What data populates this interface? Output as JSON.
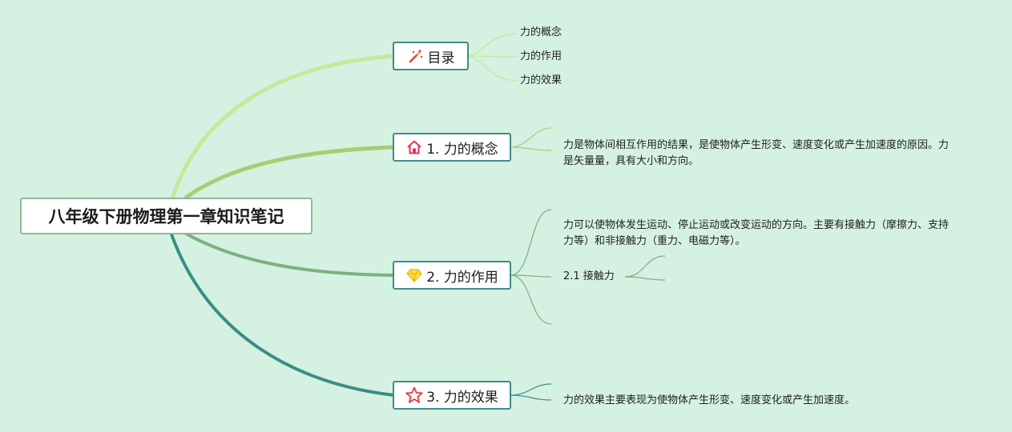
{
  "root": {
    "title": "八年级下册物理第一章知识笔记"
  },
  "branches": [
    {
      "id": "toc",
      "label": "目录",
      "icon": "magic-wand-icon",
      "color": "#c8e89a",
      "children": [
        "力的概念",
        "力的作用",
        "力的效果"
      ]
    },
    {
      "id": "concept",
      "label": "1. 力的概念",
      "icon": "house-icon",
      "color": "#a9cc76",
      "children": [
        "力是物体间相互作用的结果，是使物体产生形变、速度变化或产生加速度的原因。力是矢量量，具有大小和方向。"
      ]
    },
    {
      "id": "action",
      "label": "2. 力的作用",
      "icon": "gem-icon",
      "color": "#7eb07c",
      "children": [
        "力可以使物体发生运动、停止运动或改变运动的方向。主要有接触力（摩擦力、支持力等）和非接触力（重力、电磁力等）。",
        "2.1 接触力"
      ]
    },
    {
      "id": "effect",
      "label": "3. 力的效果",
      "icon": "star-icon",
      "color": "#3a8d85",
      "children": [
        "力的效果主要表现为使物体产生形变、速度变化或产生加速度。"
      ]
    }
  ]
}
